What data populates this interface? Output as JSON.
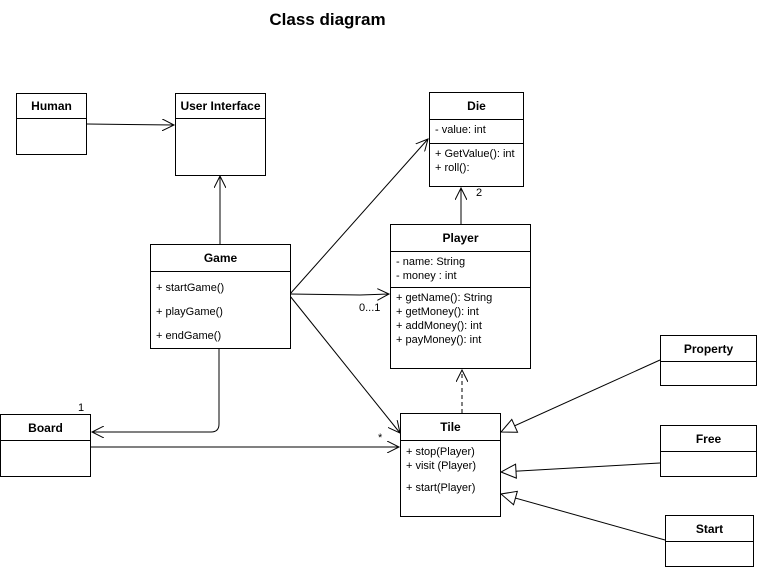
{
  "title": "Class diagram",
  "classes": {
    "human": {
      "name": "Human"
    },
    "user_interface": {
      "name": "User Interface"
    },
    "die": {
      "name": "Die",
      "attributes": [
        "- value: int"
      ],
      "methods": [
        "+ GetValue(): int",
        "+ roll():"
      ]
    },
    "game": {
      "name": "Game",
      "methods": [
        "+ startGame()",
        "+ playGame()",
        "+ endGame()"
      ]
    },
    "player": {
      "name": "Player",
      "attributes": [
        "- name: String",
        "- money : int"
      ],
      "methods": [
        "+ getName(): String",
        "+ getMoney(): int",
        "+ addMoney(): int",
        "+ payMoney(): int"
      ]
    },
    "board": {
      "name": "Board"
    },
    "tile": {
      "name": "Tile",
      "methods": [
        "+ stop(Player)",
        "+ visit (Player)",
        "+ start(Player)"
      ]
    },
    "property": {
      "name": "Property"
    },
    "free": {
      "name": "Free"
    },
    "start": {
      "name": "Start"
    }
  },
  "multiplicities": {
    "die_player": "2",
    "game_player": "0...1",
    "board_game": "1",
    "tile_board": "*"
  }
}
